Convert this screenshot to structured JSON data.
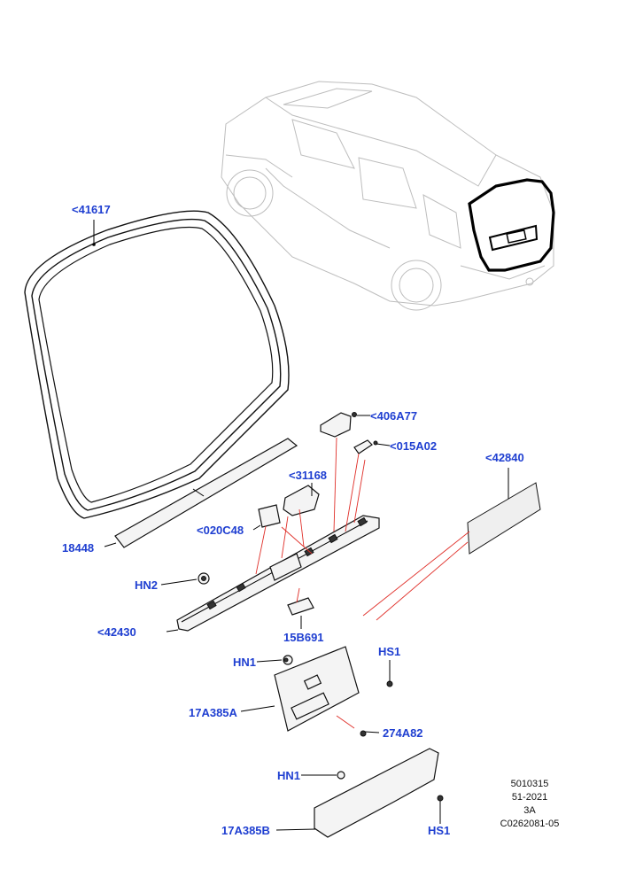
{
  "callouts": {
    "c41617": "<41617",
    "c18448": "18448",
    "c406A77": "<406A77",
    "c015A02": "<015A02",
    "c31168": "<31168",
    "c42840": "<42840",
    "c020C48": "<020C48",
    "cHN2": "HN2",
    "c42430": "<42430",
    "c15B691": "15B691",
    "cHN1a": "HN1",
    "cHS1a": "HS1",
    "c17A385A": "17A385A",
    "c274A82": "274A82",
    "cHN1b": "HN1",
    "c17A385B": "17A385B",
    "cHS1b": "HS1"
  },
  "reference": {
    "line1": "5010315",
    "line2": "51-2021",
    "line3": "3A",
    "line4": "C0262081-05"
  },
  "colors": {
    "callout_text": "#1f3fd1",
    "leader_red": "#e0302a",
    "vehicle_outline": "#bdbdbd"
  }
}
